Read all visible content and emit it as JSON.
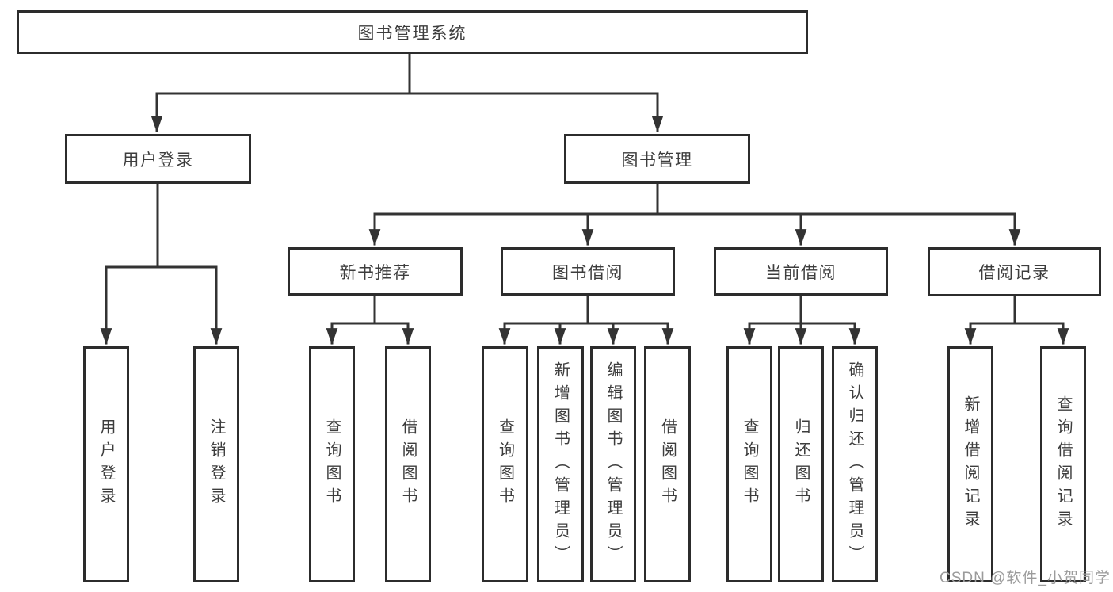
{
  "diagram": {
    "type": "feature-tree",
    "title": "图书管理系统"
  },
  "nodes": {
    "root": "图书管理系统",
    "user_login": {
      "label": "用户登录",
      "children": [
        "用户登录",
        "注销登录"
      ]
    },
    "book_mgmt": {
      "label": "图书管理",
      "groups": [
        {
          "label": "新书推荐",
          "children": [
            "查询图书",
            "借阅图书"
          ]
        },
        {
          "label": "图书借阅",
          "children": [
            "查询图书",
            "新增图书（管理员）",
            "编辑图书（管理员）",
            "借阅图书"
          ]
        },
        {
          "label": "当前借阅",
          "children": [
            "查询图书",
            "归还图书",
            "确认归还（管理员）"
          ]
        },
        {
          "label": "借阅记录",
          "children": [
            "新增借阅记录",
            "查询借阅记录"
          ]
        }
      ]
    }
  },
  "watermark": {
    "text": "CSDN @软件_小贺同学"
  },
  "colors": {
    "background": "#ffffff",
    "box_border": "#2c2c2c",
    "connector_line": "#333333",
    "text": "#3d3d3d",
    "watermark_text": "#9b9b9b"
  }
}
